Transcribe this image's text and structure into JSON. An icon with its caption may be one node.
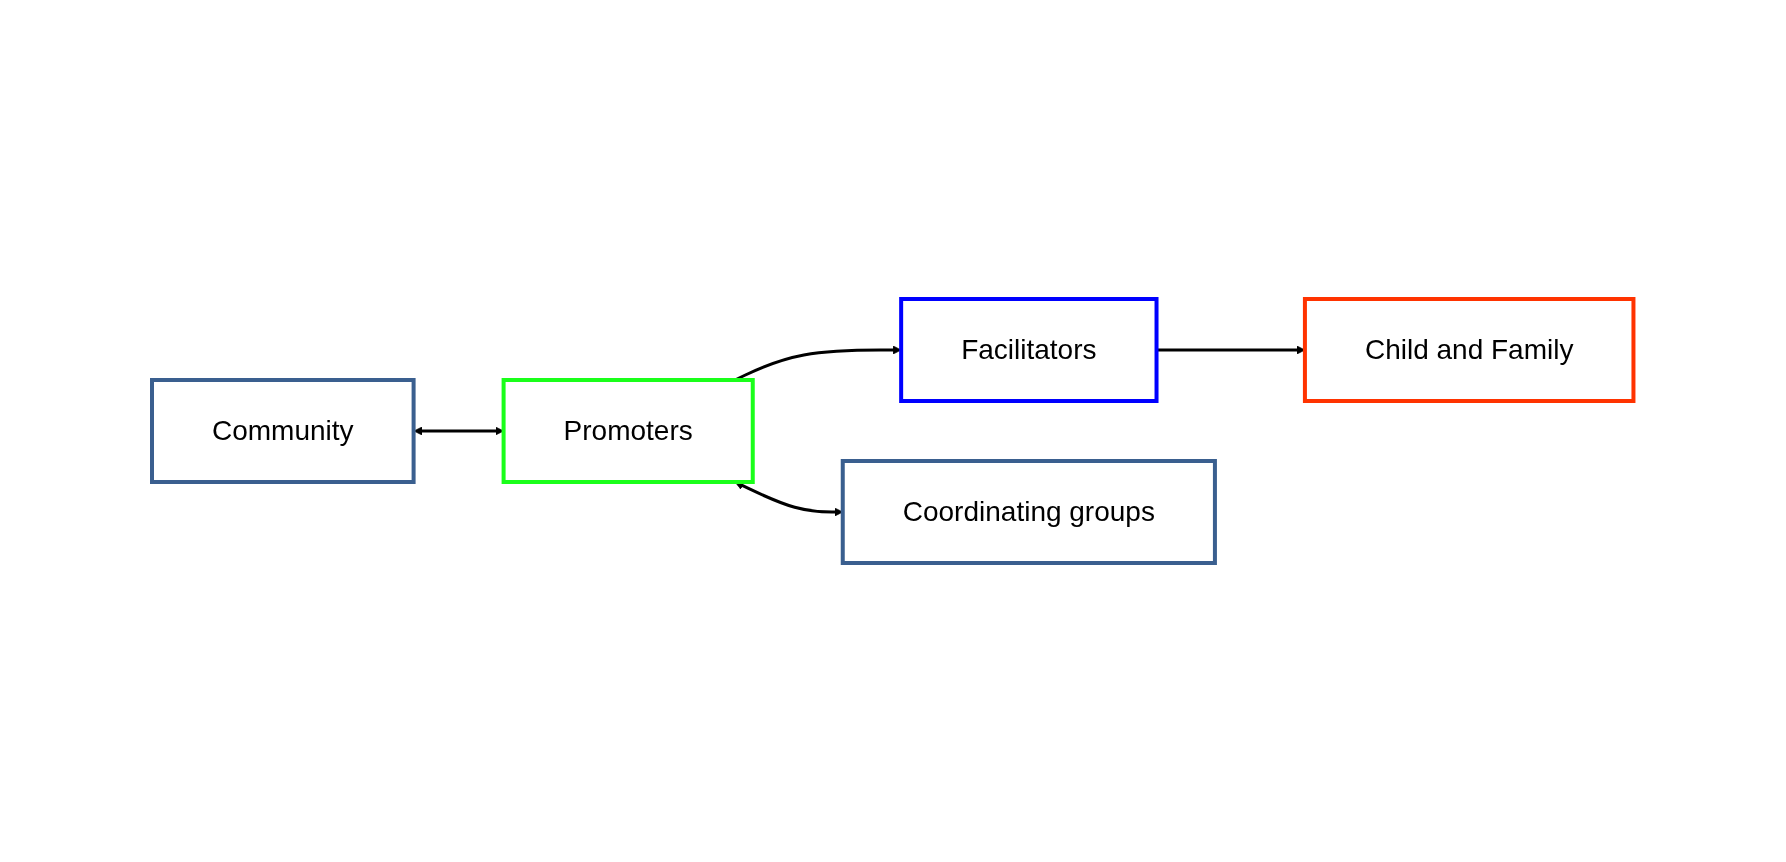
{
  "diagram": {
    "nodes": [
      {
        "text": [
          "Community"
        ]
      },
      {
        "text": [
          "Promoters"
        ]
      },
      {
        "text": [
          "Facilitators"
        ]
      },
      {
        "text": [
          "Child and Family"
        ]
      },
      {
        "text": [
          "Coordinating groups"
        ]
      }
    ],
    "edges": [
      {
        "from": 0,
        "to": 1,
        "arrow": "both"
      },
      {
        "from": 1,
        "to": 2,
        "arrow": "to"
      },
      {
        "from": 2,
        "to": 3,
        "arrow": "to"
      },
      {
        "from": 1,
        "to": 4,
        "arrow": "both"
      }
    ]
  }
}
